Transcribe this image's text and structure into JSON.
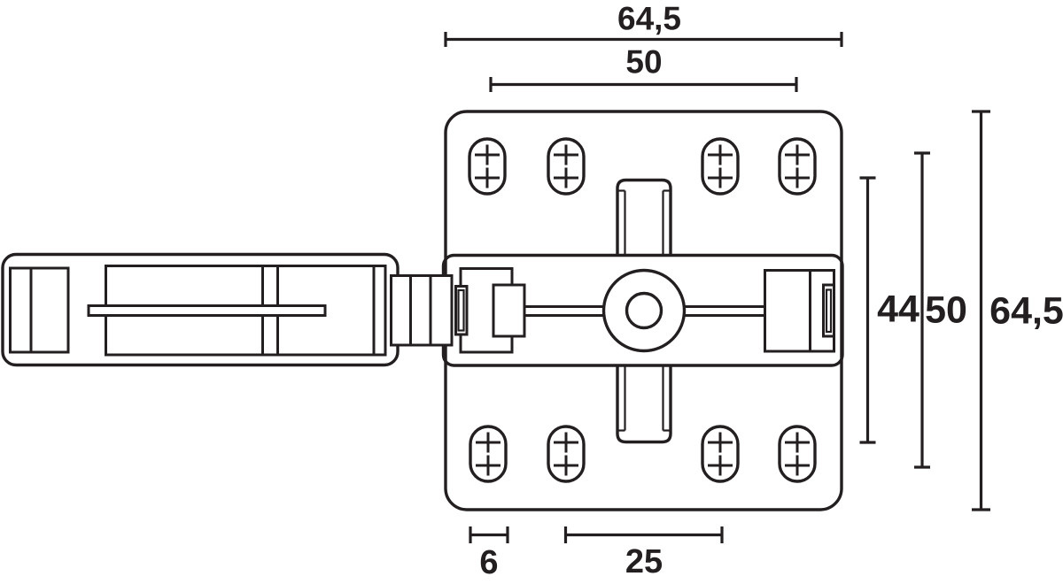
{
  "drawing": {
    "type": "technical-drawing",
    "line_color": "#231f20",
    "background_color": "#ffffff"
  },
  "dimensions": {
    "top": [
      {
        "label": "64,5"
      },
      {
        "label": "50"
      }
    ],
    "right": [
      {
        "label": "44"
      },
      {
        "label": "50"
      },
      {
        "label": "64,5"
      }
    ],
    "bottom": [
      {
        "label": "6"
      },
      {
        "label": "25"
      }
    ]
  }
}
